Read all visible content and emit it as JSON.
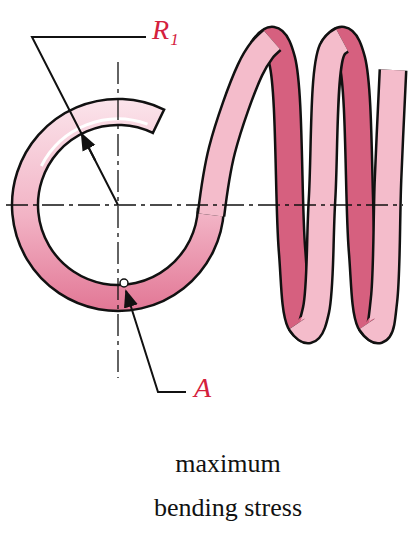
{
  "diagram": {
    "caption": "maximum bending stress",
    "labels": [
      "R₁",
      "A"
    ]
  }
}
